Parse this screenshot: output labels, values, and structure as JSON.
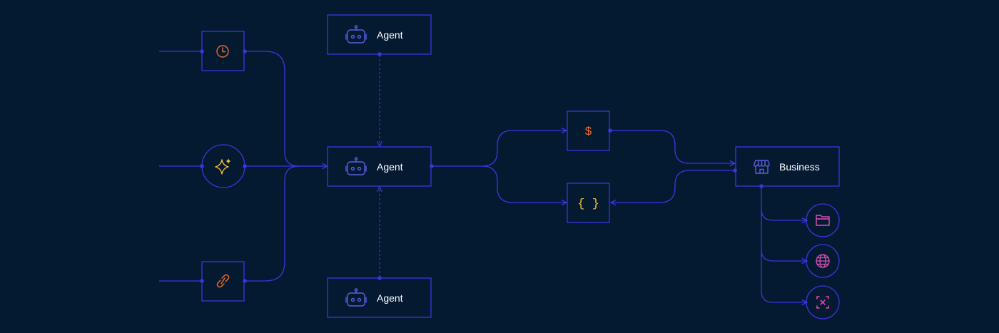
{
  "colors": {
    "background": "#041a31",
    "line": "#3b35e0",
    "agent_icon": "#5b5fe0",
    "orange_icon": "#f06a2a",
    "yellow_icon": "#f2c230",
    "pink_icon": "#e04fb8",
    "label": "#ffffff"
  },
  "triggers": [
    {
      "icon": "clock-icon"
    },
    {
      "icon": "sparkle-icon"
    },
    {
      "icon": "link-icon"
    }
  ],
  "agents": [
    {
      "label": "Agent",
      "icon": "robot-icon"
    },
    {
      "label": "Agent",
      "icon": "robot-icon"
    },
    {
      "label": "Agent",
      "icon": "robot-icon"
    }
  ],
  "payment": {
    "symbol": "$",
    "icon": "dollar-icon"
  },
  "code": {
    "symbol": "{ }",
    "icon": "braces-icon"
  },
  "business": {
    "label": "Business",
    "icon": "storefront-icon"
  },
  "outputs": [
    {
      "icon": "folder-icon"
    },
    {
      "icon": "globe-icon"
    },
    {
      "icon": "scan-icon"
    }
  ]
}
